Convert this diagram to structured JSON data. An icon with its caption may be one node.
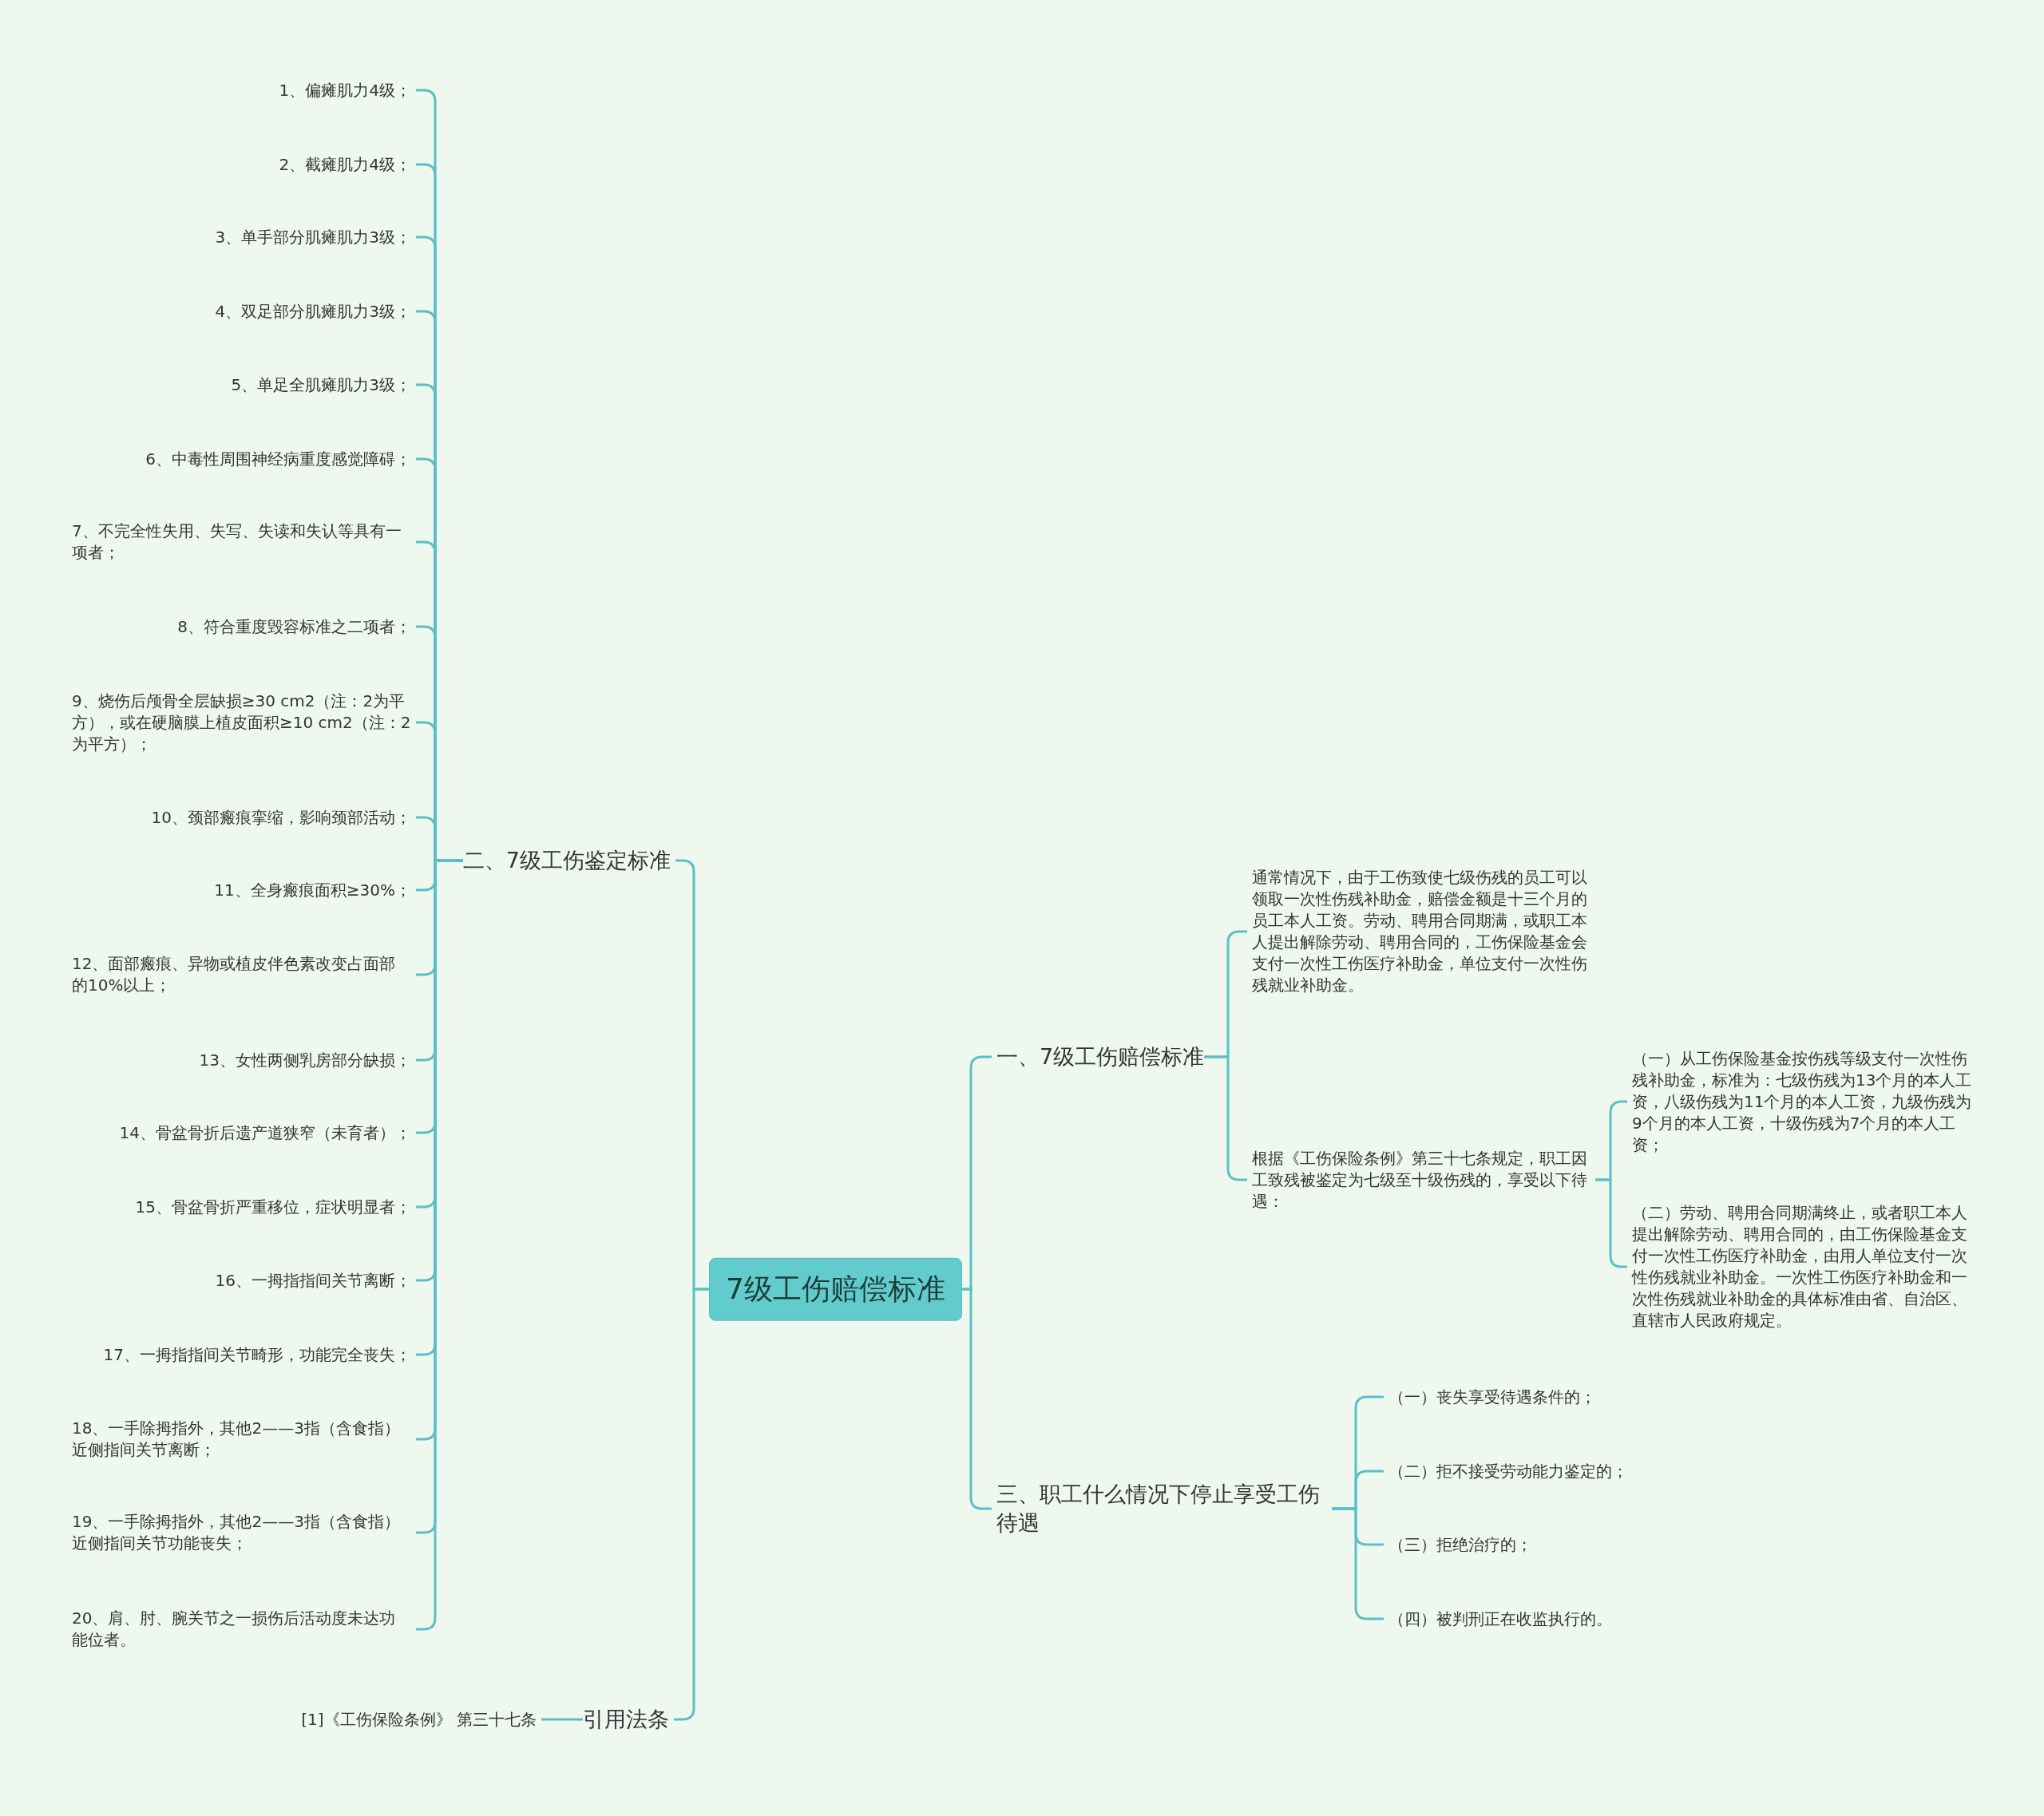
{
  "diagram": {
    "nodes": [
      {
        "text": [
          "7级工伤赔偿标准"
        ]
      },
      {
        "text": [
          "一、7级工伤赔偿标准"
        ]
      },
      {
        "text": [
          "通常情况下，由于工伤致使七级伤残的员工可以领取一次性伤残补助金，赔偿金额是十三个月的员工本人工资。劳动、聘用合同期满，或职工本人提出解除劳动、聘用合同的，工伤保险基金会支付一次性工伤医疗补助金，单位支付一次性伤残就业补助金。"
        ]
      },
      {
        "text": [
          "根据《工伤保险条例》第三十七条规定，职工因工致残被鉴定为七级至十级伤残的，享受以下待遇："
        ]
      },
      {
        "text": [
          "（一）从工伤保险基金按伤残等级支付一次性伤残补助金，标准为：七级伤残为13个月的本人工资，八级伤残为11个月的本人工资，九级伤残为9个月的本人工资，十级伤残为7个月的本人工资；"
        ]
      },
      {
        "text": [
          "（二）劳动、聘用合同期满终止，或者职工本人提出解除劳动、聘用合同的，由工伤保险基金支付一次性工伤医疗补助金，由用人单位支付一次性伤残就业补助金。一次性工伤医疗补助金和一次性伤残就业补助金的具体标准由省、自治区、直辖市人民政府规定。"
        ]
      },
      {
        "text": [
          "三、职工什么情况下停止享受工伤待遇"
        ]
      },
      {
        "text": [
          "（一）丧失享受待遇条件的；"
        ]
      },
      {
        "text": [
          "（二）拒不接受劳动能力鉴定的；"
        ]
      },
      {
        "text": [
          "（三）拒绝治疗的；"
        ]
      },
      {
        "text": [
          "（四）被判刑正在收监执行的。"
        ]
      },
      {
        "text": [
          "二、7级工伤鉴定标准"
        ]
      },
      {
        "text": [
          "1、偏瘫肌力4级；"
        ]
      },
      {
        "text": [
          "2、截瘫肌力4级；"
        ]
      },
      {
        "text": [
          "3、单手部分肌瘫肌力3级；"
        ]
      },
      {
        "text": [
          "4、双足部分肌瘫肌力3级；"
        ]
      },
      {
        "text": [
          "5、单足全肌瘫肌力3级；"
        ]
      },
      {
        "text": [
          "6、中毒性周围神经病重度感觉障碍；"
        ]
      },
      {
        "text": [
          "7、不完全性失用、失写、失读和失认等具有一项者；"
        ]
      },
      {
        "text": [
          "8、符合重度毁容标准之二项者；"
        ]
      },
      {
        "text": [
          "9、烧伤后颅骨全层缺损≥30 cm2（注：2为平方），或在硬脑膜上植皮面积≥10 cm2（注：2为平方）；"
        ]
      },
      {
        "text": [
          "10、颈部瘢痕挛缩，影响颈部活动；"
        ]
      },
      {
        "text": [
          "11、全身瘢痕面积≥30%；"
        ]
      },
      {
        "text": [
          "12、面部瘢痕、异物或植皮伴色素改变占面部的10%以上；"
        ]
      },
      {
        "text": [
          "13、女性两侧乳房部分缺损；"
        ]
      },
      {
        "text": [
          "14、骨盆骨折后遗产道狭窄（未育者）；"
        ]
      },
      {
        "text": [
          "15、骨盆骨折严重移位，症状明显者；"
        ]
      },
      {
        "text": [
          "16、一拇指指间关节离断；"
        ]
      },
      {
        "text": [
          "17、一拇指指间关节畸形，功能完全丧失；"
        ]
      },
      {
        "text": [
          "18、一手除拇指外，其他2——3指（含食指）近侧指间关节离断；"
        ]
      },
      {
        "text": [
          "19、一手除拇指外，其他2——3指（含食指）近侧指间关节功能丧失；"
        ]
      },
      {
        "text": [
          "20、肩、肘、腕关节之一损伤后活动度未达功能位者。"
        ]
      },
      {
        "text": [
          "引用法条"
        ]
      },
      {
        "text": [
          "[1]《工伤保险条例》 第三十七条"
        ]
      }
    ],
    "edges": [
      {
        "from": 0,
        "to": 1,
        "arrow": "none"
      },
      {
        "from": 1,
        "to": 2,
        "arrow": "none"
      },
      {
        "from": 1,
        "to": 3,
        "arrow": "none"
      },
      {
        "from": 3,
        "to": 4,
        "arrow": "none"
      },
      {
        "from": 3,
        "to": 5,
        "arrow": "none"
      },
      {
        "from": 0,
        "to": 6,
        "arrow": "none"
      },
      {
        "from": 6,
        "to": 7,
        "arrow": "none"
      },
      {
        "from": 6,
        "to": 8,
        "arrow": "none"
      },
      {
        "from": 6,
        "to": 9,
        "arrow": "none"
      },
      {
        "from": 6,
        "to": 10,
        "arrow": "none"
      },
      {
        "from": 0,
        "to": 11,
        "arrow": "none"
      },
      {
        "from": 11,
        "to": 12,
        "arrow": "none"
      },
      {
        "from": 11,
        "to": 13,
        "arrow": "none"
      },
      {
        "from": 11,
        "to": 14,
        "arrow": "none"
      },
      {
        "from": 11,
        "to": 15,
        "arrow": "none"
      },
      {
        "from": 11,
        "to": 16,
        "arrow": "none"
      },
      {
        "from": 11,
        "to": 17,
        "arrow": "none"
      },
      {
        "from": 11,
        "to": 18,
        "arrow": "none"
      },
      {
        "from": 11,
        "to": 19,
        "arrow": "none"
      },
      {
        "from": 11,
        "to": 20,
        "arrow": "none"
      },
      {
        "from": 11,
        "to": 21,
        "arrow": "none"
      },
      {
        "from": 11,
        "to": 22,
        "arrow": "none"
      },
      {
        "from": 11,
        "to": 23,
        "arrow": "none"
      },
      {
        "from": 11,
        "to": 24,
        "arrow": "none"
      },
      {
        "from": 11,
        "to": 25,
        "arrow": "none"
      },
      {
        "from": 11,
        "to": 26,
        "arrow": "none"
      },
      {
        "from": 11,
        "to": 27,
        "arrow": "none"
      },
      {
        "from": 11,
        "to": 28,
        "arrow": "none"
      },
      {
        "from": 11,
        "to": 29,
        "arrow": "none"
      },
      {
        "from": 11,
        "to": 30,
        "arrow": "none"
      },
      {
        "from": 11,
        "to": 31,
        "arrow": "none"
      },
      {
        "from": 0,
        "to": 32,
        "arrow": "none"
      },
      {
        "from": 32,
        "to": 33,
        "arrow": "none"
      }
    ]
  }
}
